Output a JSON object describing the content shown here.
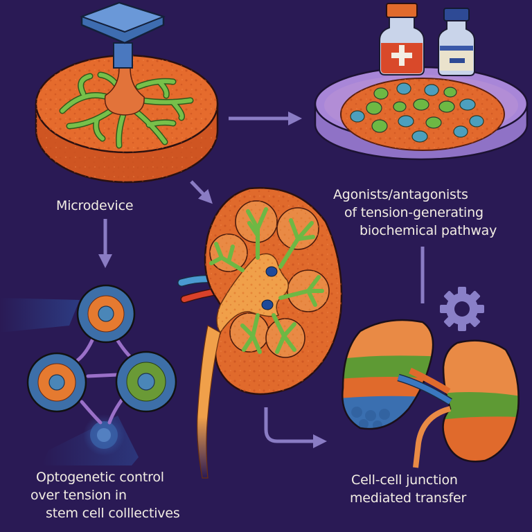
{
  "diagram": {
    "title": "",
    "colors": {
      "background": "#2a1a55",
      "arrow": "#8a7cc4",
      "tissue_orange": "#e0662b",
      "tissue_light": "#f0a04a",
      "branch_green": "#6db844",
      "cell_blue": "#3f78b0",
      "device_blue": "#5a86c8",
      "dish_purple": "#9c7fd0",
      "gear": "#8a80c8",
      "text": "#f3eee4"
    },
    "nodes": {
      "microdevice": {
        "label": "Microdevice",
        "icon": "microdevice-stamp-on-tissue-disc"
      },
      "agonists": {
        "lines": [
          "Agonists/antagonists",
          "of tension-generating",
          "biochemical pathway"
        ],
        "icon": "petri-dish-with-drug-vials",
        "vials": [
          {
            "symbol": "+",
            "name": "agonist-vial"
          },
          {
            "symbol": "−",
            "name": "antagonist-vial"
          }
        ]
      },
      "kidney": {
        "icon": "kidney-organoid-cross-section"
      },
      "optogenetic": {
        "lines": [
          "Optogenetic control",
          "over tension in",
          "stem cell colllectives"
        ],
        "icon": "connected-stem-cells-with-light"
      },
      "transfer": {
        "lines": [
          "Cell-cell junction",
          "mediated transfer"
        ],
        "icon": "paired-kidneys-with-zones"
      },
      "gear": {
        "icon": "gear-icon"
      }
    },
    "edges": [
      {
        "from": "microdevice",
        "to": "agonists"
      },
      {
        "from": "microdevice",
        "to": "kidney"
      },
      {
        "from": "microdevice",
        "to": "optogenetic"
      },
      {
        "from": "agonists",
        "to": "transfer"
      },
      {
        "from": "kidney",
        "to": "transfer"
      }
    ]
  }
}
